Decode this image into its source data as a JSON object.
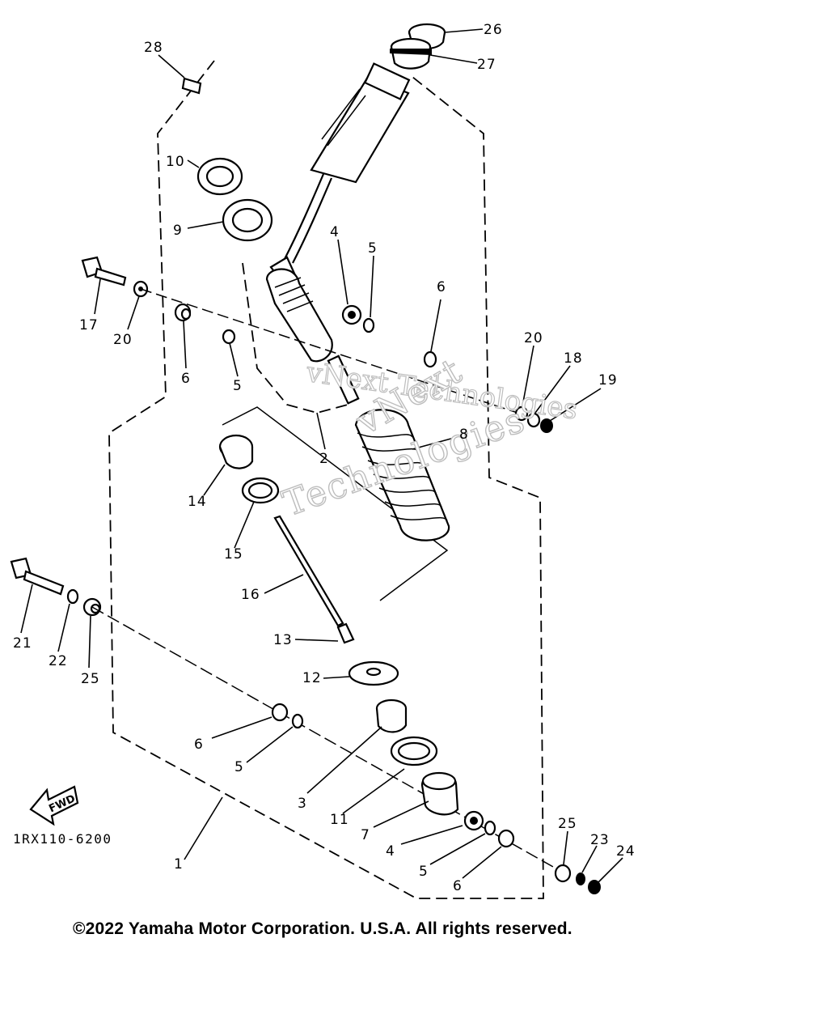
{
  "diagram": {
    "drawing_code": "1RX110-6200",
    "fwd_label": "FWD",
    "copyright": "©2022 Yamaha Motor Corporation. U.S.A. All rights reserved.",
    "watermark": [
      "vNext Technologies",
      "vNext",
      "Technologies"
    ],
    "callouts": [
      "1",
      "2",
      "3",
      "4",
      "4",
      "5",
      "5",
      "5",
      "5",
      "6",
      "6",
      "6",
      "6",
      "7",
      "8",
      "9",
      "10",
      "11",
      "12",
      "13",
      "14",
      "15",
      "16",
      "17",
      "18",
      "19",
      "20",
      "20",
      "21",
      "22",
      "23",
      "24",
      "25",
      "25",
      "26",
      "27",
      "28"
    ]
  }
}
